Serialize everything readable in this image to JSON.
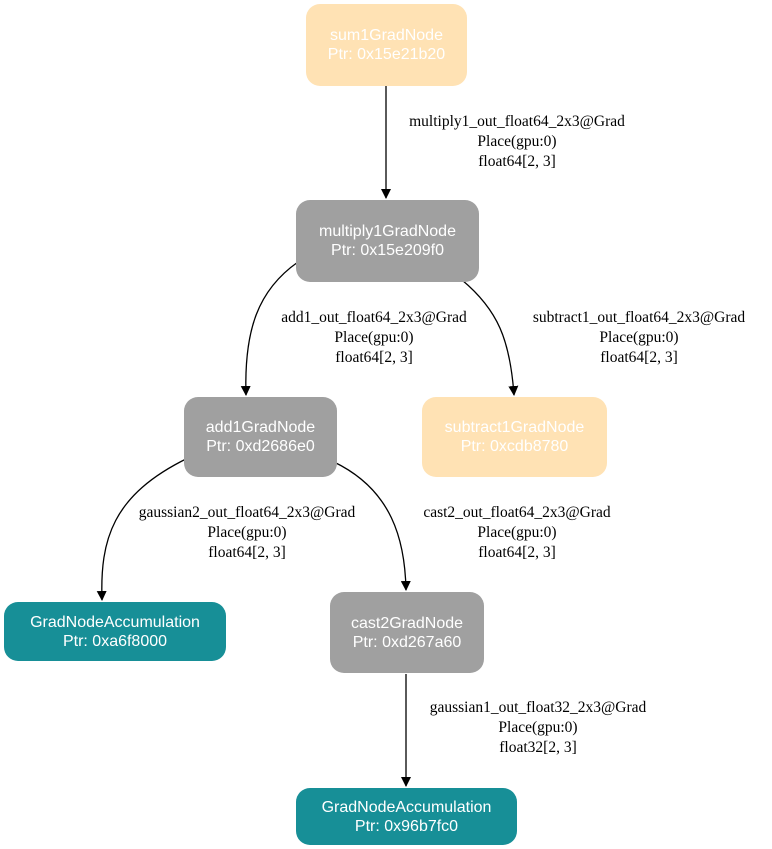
{
  "colors": {
    "pending_node": "#ffe2b4",
    "grad_node": "#a0a0a0",
    "accumulation_node": "#178f97",
    "edge": "#000000"
  },
  "nodes": {
    "sum1": {
      "name": "sum1GradNode",
      "ptr": "Ptr: 0x15e21b20"
    },
    "multiply1": {
      "name": "multiply1GradNode",
      "ptr": "Ptr: 0x15e209f0"
    },
    "add1": {
      "name": "add1GradNode",
      "ptr": "Ptr: 0xd2686e0"
    },
    "subtract1": {
      "name": "subtract1GradNode",
      "ptr": "Ptr: 0xcdb8780"
    },
    "accum1": {
      "name": "GradNodeAccumulation",
      "ptr": "Ptr: 0xa6f8000"
    },
    "cast2": {
      "name": "cast2GradNode",
      "ptr": "Ptr: 0xd267a60"
    },
    "accum2": {
      "name": "GradNodeAccumulation",
      "ptr": "Ptr: 0x96b7fc0"
    }
  },
  "edges": {
    "sum1_to_multiply1": {
      "tensor": "multiply1_out_float64_2x3@Grad",
      "place": "Place(gpu:0)",
      "shape": "float64[2, 3]"
    },
    "multiply1_to_add1": {
      "tensor": "add1_out_float64_2x3@Grad",
      "place": "Place(gpu:0)",
      "shape": "float64[2, 3]"
    },
    "multiply1_to_subtract1": {
      "tensor": "subtract1_out_float64_2x3@Grad",
      "place": "Place(gpu:0)",
      "shape": "float64[2, 3]"
    },
    "add1_to_accum1": {
      "tensor": "gaussian2_out_float64_2x3@Grad",
      "place": "Place(gpu:0)",
      "shape": "float64[2, 3]"
    },
    "add1_to_cast2": {
      "tensor": "cast2_out_float64_2x3@Grad",
      "place": "Place(gpu:0)",
      "shape": "float64[2, 3]"
    },
    "cast2_to_accum2": {
      "tensor": "gaussian1_out_float32_2x3@Grad",
      "place": "Place(gpu:0)",
      "shape": "float32[2, 3]"
    }
  }
}
